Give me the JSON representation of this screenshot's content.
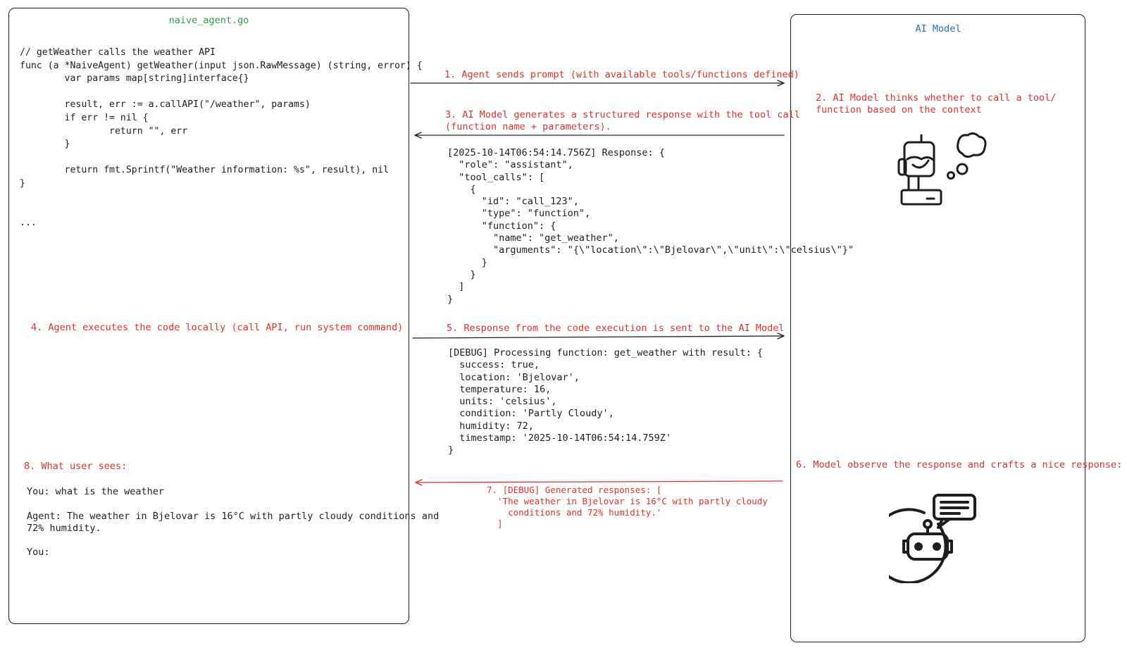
{
  "colors": {
    "code_title": "#2f9e44",
    "model_title": "#1971c2",
    "step": "#e03131",
    "ink": "#1e1e1e"
  },
  "left_panel": {
    "title": "naive_agent.go",
    "code": "// getWeather calls the weather API\nfunc (a *NaiveAgent) getWeather(input json.RawMessage) (string, error) {\n        var params map[string]interface{}\n\n        result, err := a.callAPI(\"/weather\", params)\n        if err != nil {\n                return \"\", err\n        }\n\n        return fmt.Sprintf(\"Weather information: %s\", result), nil\n}\n\n\n...",
    "step4": "4. Agent executes the code locally (call API, run system command)",
    "step8": "8. What user sees:",
    "user_view": "You: what is the weather\n\nAgent: The weather in Bjelovar is 16°C with partly cloudy conditions and\n72% humidity.\n\nYou:"
  },
  "right_panel": {
    "title": "AI Model",
    "step2": "2. AI Model thinks whether to call a tool/\nfunction based on the context",
    "step6": "6. Model observe the response and crafts a nice response:",
    "icons": [
      "thinking-robot-icon",
      "chatbot-speech-icon"
    ]
  },
  "middle": {
    "step1": "1. Agent sends prompt (with available tools/functions defined)",
    "step3": "3. AI Model generates a structured response with the tool call\n(function name + parameters).",
    "response_json": "[2025-10-14T06:54:14.756Z] Response: {\n  \"role\": \"assistant\",\n  \"tool_calls\": [\n    {\n      \"id\": \"call_123\",\n      \"type\": \"function\",\n      \"function\": {\n        \"name\": \"get_weather\",\n        \"arguments\": \"{\\\"location\\\":\\\"Bjelovar\\\",\\\"unit\\\":\\\"celsius\\\"}\"\n      }\n    }\n  ]\n}",
    "step5": "5. Response from the code execution is sent to the AI Model",
    "debug_result": "[DEBUG] Processing function: get_weather with result: {\n  success: true,\n  location: 'Bjelovar',\n  temperature: 16,\n  units: 'celsius',\n  condition: 'Partly Cloudy',\n  humidity: 72,\n  timestamp: '2025-10-14T06:54:14.759Z'\n}",
    "step7": "7. [DEBUG] Generated responses: [\n  'The weather in Bjelovar is 16°C with partly cloudy\n    conditions and 72% humidity.'\n  ]"
  }
}
